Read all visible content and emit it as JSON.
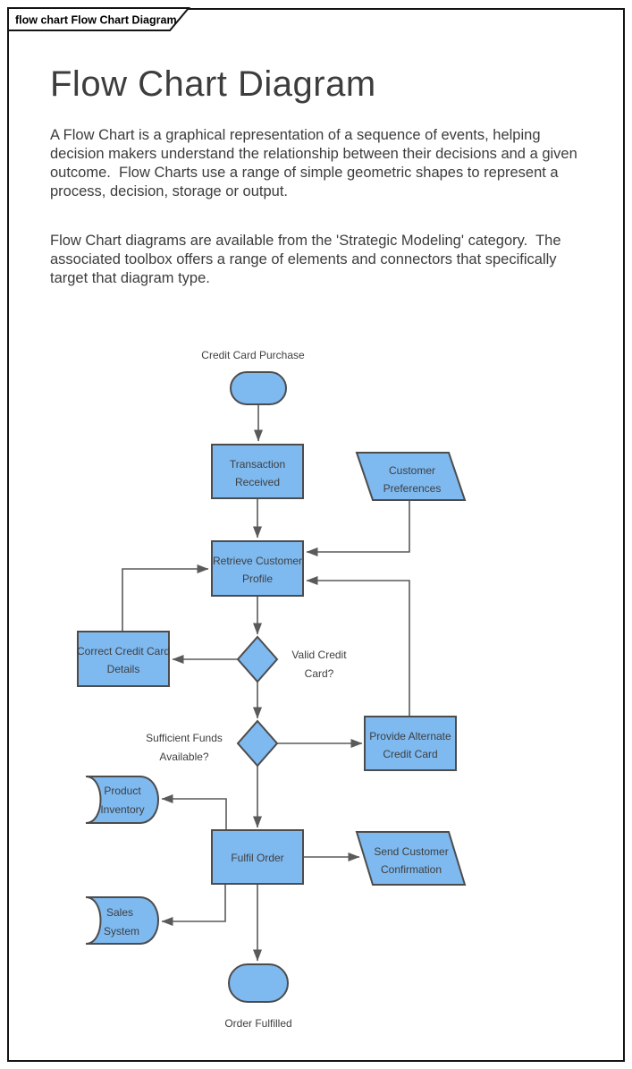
{
  "window": {
    "tab_title": "flow chart Flow Chart Diagram"
  },
  "article": {
    "title": "Flow Chart Diagram",
    "paragraph1": "A Flow Chart is a graphical representation of a sequence of events, helping decision makers understand the relationship between their decisions and a given outcome.  Flow Charts use a range of simple geometric shapes to represent a process, decision, storage or output.",
    "paragraph2": "Flow Chart diagrams are available from the 'Strategic Modeling' category.  The associated toolbox offers a range of elements and connectors that specifically target that diagram type."
  },
  "colors": {
    "shape_fill": "#7EB9F0",
    "shape_border": "#4C4C4C",
    "connector": "#5A5A5A",
    "text": "#3F3F3F",
    "frame": "#141414"
  },
  "flowchart": {
    "start_label": "Credit Card Purchase",
    "end_label": "Order Fulfilled",
    "nodes": {
      "transaction": [
        "Transaction",
        "Received"
      ],
      "customer_preferences": [
        "Customer",
        "Preferences"
      ],
      "retrieve_profile": [
        "Retrieve Customer",
        "Profile"
      ],
      "correct_details": [
        "Correct Credit Card",
        "Details"
      ],
      "valid_card_q": [
        "Valid Credit",
        "Card?"
      ],
      "sufficient_funds_q": [
        "Sufficient Funds",
        "Available?"
      ],
      "provide_alternate": [
        "Provide Alternate",
        "Credit Card"
      ],
      "product_inventory": [
        "Product",
        "Inventory"
      ],
      "fulfil_order": [
        "Fulfil Order"
      ],
      "send_confirmation": [
        "Send Customer",
        "Confirmation"
      ],
      "sales_system": [
        "Sales",
        "System"
      ]
    }
  }
}
